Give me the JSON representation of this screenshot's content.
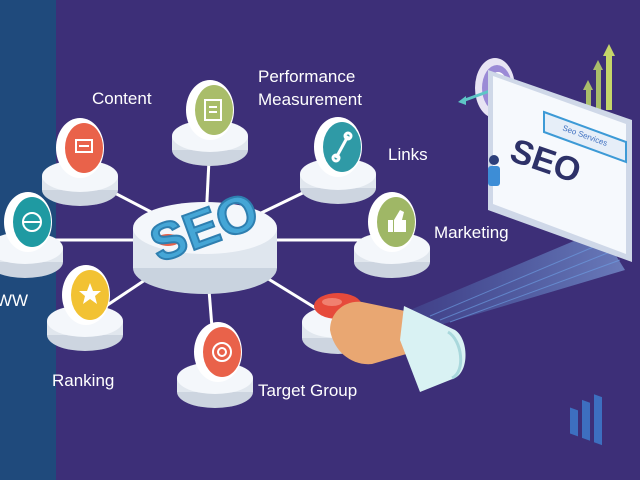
{
  "hub": {
    "text": "SEO"
  },
  "nodes": {
    "content": {
      "label": "Content"
    },
    "performance": {
      "label_line1": "Performance",
      "label_line2": "Measurement"
    },
    "links": {
      "label": "Links"
    },
    "marketing": {
      "label": "Marketing"
    },
    "target_group": {
      "label": "Target Group"
    },
    "ranking": {
      "label": "Ranking"
    },
    "www": {
      "label": "WW"
    }
  },
  "monitor": {
    "title": "SEO",
    "search_text": "Seo Services"
  },
  "colors": {
    "background": "#3d2f78",
    "left_band": "#1f4a7c",
    "hub_blue": "#45a6d6",
    "content_red": "#e9624a",
    "performance_green": "#a9bd6a",
    "links_teal": "#2f9aa6",
    "marketing_green": "#9fb766",
    "ranking_yellow": "#f2c233",
    "target_red": "#e9624a",
    "www_teal": "#1f9aa2",
    "button_red": "#e64a3b"
  },
  "icons": [
    "chat-icon",
    "document-icon",
    "link-chain-icon",
    "thumbs-up-icon",
    "target-icon",
    "star-icon",
    "globe-icon",
    "pointing-hand-icon",
    "target-board-icon",
    "growth-arrows-icon"
  ]
}
